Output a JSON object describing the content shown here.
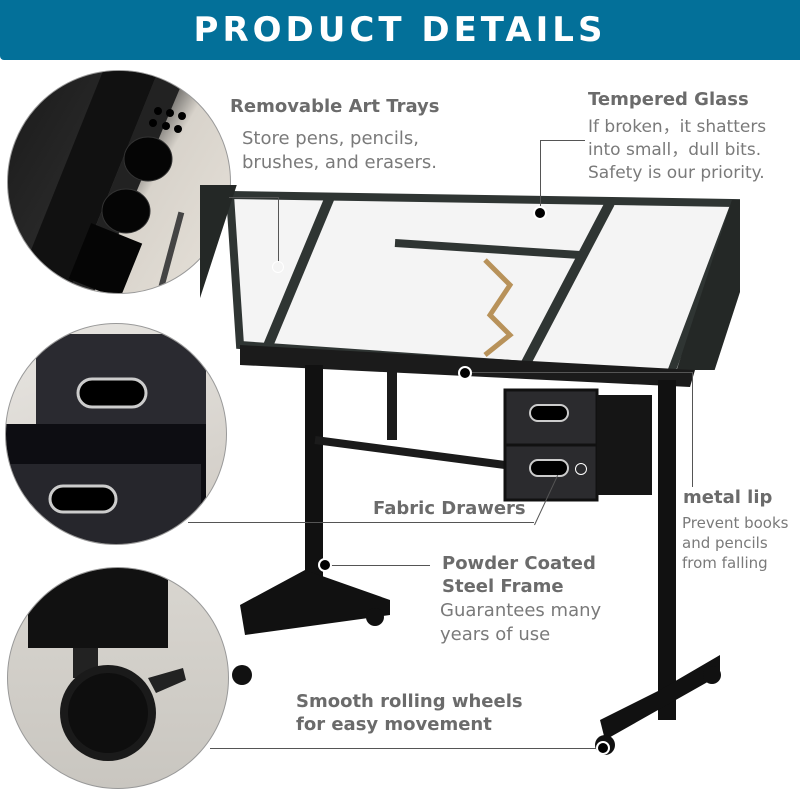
{
  "banner": {
    "title": "PRODUCT DETAILS",
    "background": "#037099"
  },
  "features": [
    {
      "id": "art-trays",
      "title": "Removable Art Trays",
      "body": "Store pens, pencils,\nbrushes, and erasers."
    },
    {
      "id": "tempered-glass",
      "title": "Tempered Glass",
      "body": "If broken，it shatters\ninto small，dull bits.\nSafety is our priority."
    },
    {
      "id": "metal-lip",
      "title": "metal lip",
      "body": "Prevent books\nand pencils\nfrom falling"
    },
    {
      "id": "fabric-drawers",
      "title": "Fabric Drawers",
      "body": ""
    },
    {
      "id": "steel-frame",
      "title": "Powder Coated\nSteel Frame",
      "body": "Guarantees many\nyears of use"
    },
    {
      "id": "wheels",
      "title": "Smooth rolling wheels\nfor easy movement",
      "body": ""
    }
  ],
  "images": {
    "detail_1": "art tray closeup",
    "detail_2": "fabric drawers closeup",
    "detail_3": "caster wheel closeup",
    "main": "drafting table with tilting glass top"
  }
}
